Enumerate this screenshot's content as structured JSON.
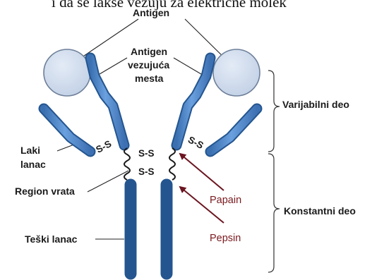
{
  "top_text": "i da se lakše vezuju za električne molek",
  "labels": {
    "antigen": "Antigen",
    "binding_site_line1": "Antigen",
    "binding_site_line2": "vezujuća",
    "binding_site_line3": "mesta",
    "variable_region": "Varijabilni deo",
    "light_chain_line1": "Laki",
    "light_chain_line2": "lanac",
    "hinge_region": "Region vrata",
    "constant_region": "Konstantni deo",
    "heavy_chain": "Teški lanac"
  },
  "disulfide_bonds": {
    "left_light": "S-S",
    "right_light": "S-S",
    "hinge_upper": "S-S",
    "hinge_lower": "S-S"
  },
  "enzymes": {
    "papain": "Papain",
    "pepsin": "Pepsin"
  },
  "colors": {
    "chain_fill": "#4d86c9",
    "chain_stroke": "#24558f",
    "antigen_fill": "#d0dbec",
    "antigen_stroke": "#6d7f99",
    "enzyme_text": "#7a1a1f",
    "enzyme_arrow": "#6b1520"
  }
}
